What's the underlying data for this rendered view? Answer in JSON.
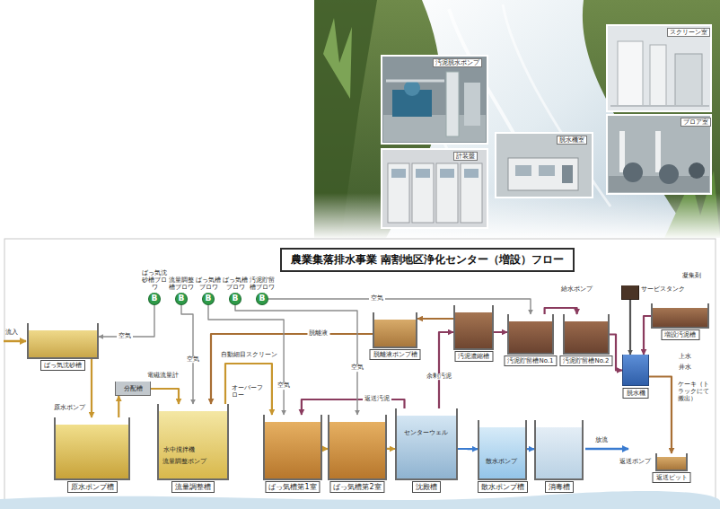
{
  "diagram": {
    "title": "農業集落排水事業 南割地区浄化センター（増設）フロー",
    "nodes": [
      {
        "text": [
          "ばっ気沈砂槽"
        ]
      },
      {
        "text": [
          "原水ポンプ槽"
        ]
      },
      {
        "text": [
          "分配槽"
        ]
      },
      {
        "text": [
          "流量調整槽"
        ]
      },
      {
        "text": [
          "ばっ気槽第1室"
        ]
      },
      {
        "text": [
          "ばっ気槽第2室"
        ]
      },
      {
        "text": [
          "沈殿槽"
        ]
      },
      {
        "text": [
          "散水ポンプ槽"
        ]
      },
      {
        "text": [
          "消毒槽"
        ]
      },
      {
        "text": [
          "脱離液ポンプ槽"
        ]
      },
      {
        "text": [
          "汚泥濃縮槽"
        ]
      },
      {
        "text": [
          "汚泥貯留槽No.1"
        ]
      },
      {
        "text": [
          "汚泥貯留槽No.2"
        ]
      },
      {
        "text": [
          "脱水機"
        ]
      },
      {
        "text": [
          "サービスタンク"
        ]
      },
      {
        "text": [
          "増設汚泥槽"
        ]
      },
      {
        "text": [
          "返送ピット"
        ]
      },
      {
        "text": [
          "B",
          "ばっ気沈砂槽ブロワ"
        ]
      },
      {
        "text": [
          "B",
          "流量調整槽ブロワ"
        ]
      },
      {
        "text": [
          "B",
          "ばっ気槽ブロワ"
        ]
      },
      {
        "text": [
          "B",
          "ばっ気槽ブロワ"
        ]
      },
      {
        "text": [
          "B",
          "汚泥貯留槽ブロワ"
        ]
      }
    ],
    "edges": [
      {
        "from": 0,
        "to": 1,
        "arrow": "to"
      },
      {
        "from": 1,
        "to": 2,
        "arrow": "to"
      },
      {
        "from": 2,
        "to": 3,
        "arrow": "to"
      },
      {
        "from": 3,
        "to": 4,
        "arrow": "to"
      },
      {
        "from": 4,
        "to": 5,
        "arrow": "to"
      },
      {
        "from": 5,
        "to": 6,
        "arrow": "to"
      },
      {
        "from": 6,
        "to": 7,
        "arrow": "to"
      },
      {
        "from": 7,
        "to": 8,
        "arrow": "to"
      },
      {
        "from": 6,
        "to": 4,
        "arrow": "to",
        "label": "返送汚泥"
      },
      {
        "from": 6,
        "to": 10,
        "arrow": "to",
        "label": "余剰汚泥"
      },
      {
        "from": 10,
        "to": 9,
        "arrow": "to"
      },
      {
        "from": 9,
        "to": 3,
        "arrow": "to",
        "label": "脱離液"
      },
      {
        "from": 10,
        "to": 11,
        "arrow": "to"
      },
      {
        "from": 11,
        "to": 12,
        "arrow": "to"
      },
      {
        "from": 12,
        "to": 13,
        "arrow": "to"
      },
      {
        "from": 14,
        "to": 13,
        "arrow": "to"
      },
      {
        "from": 13,
        "to": 16,
        "arrow": "to"
      },
      {
        "from": 15,
        "to": 13,
        "arrow": "to"
      },
      {
        "from": 17,
        "to": 0,
        "arrow": "to",
        "label": "空気"
      },
      {
        "from": 18,
        "to": 3,
        "arrow": "to",
        "label": "空気"
      },
      {
        "from": 19,
        "to": 4,
        "arrow": "to",
        "label": "空気"
      },
      {
        "from": 20,
        "to": 5,
        "arrow": "to",
        "label": "空気"
      },
      {
        "from": 21,
        "to": 11,
        "arrow": "to",
        "label": "空気"
      }
    ],
    "labels": [
      "流入",
      "放流",
      "汚泥脱水ポンプ",
      "計装盤",
      "脱水機室",
      "スクリーン室",
      "ブロア室",
      "原水ポンプ",
      "電磁流量計",
      "水中撹拌機",
      "流量調整ポンプ",
      "自動細目スクリーン",
      "オーバーフロー",
      "センターウェル",
      "散水ポンプ",
      "給水ポンプ",
      "凝集剤",
      "上水",
      "井水",
      "ケーキ（トラックにて搬出）",
      "返送ポンプ"
    ]
  }
}
